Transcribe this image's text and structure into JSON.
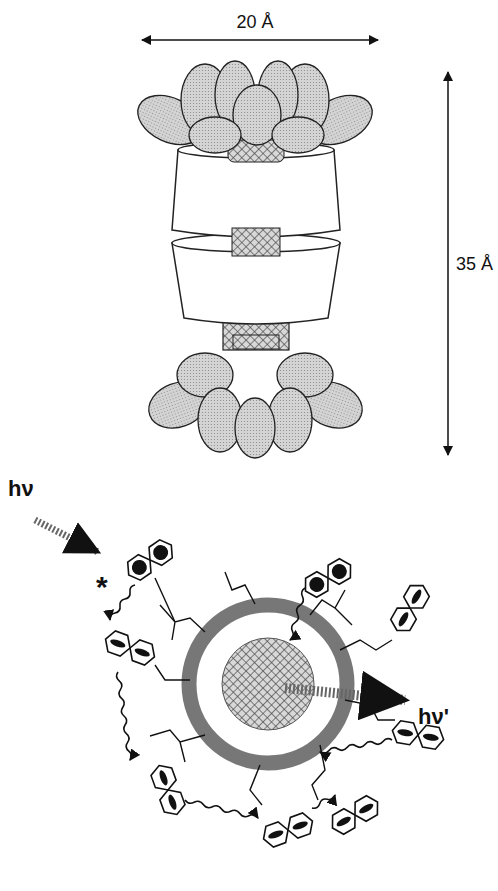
{
  "diagram": {
    "labels": [
      "20 Å",
      "35 Å",
      "hν",
      "*",
      "hν'"
    ]
  }
}
